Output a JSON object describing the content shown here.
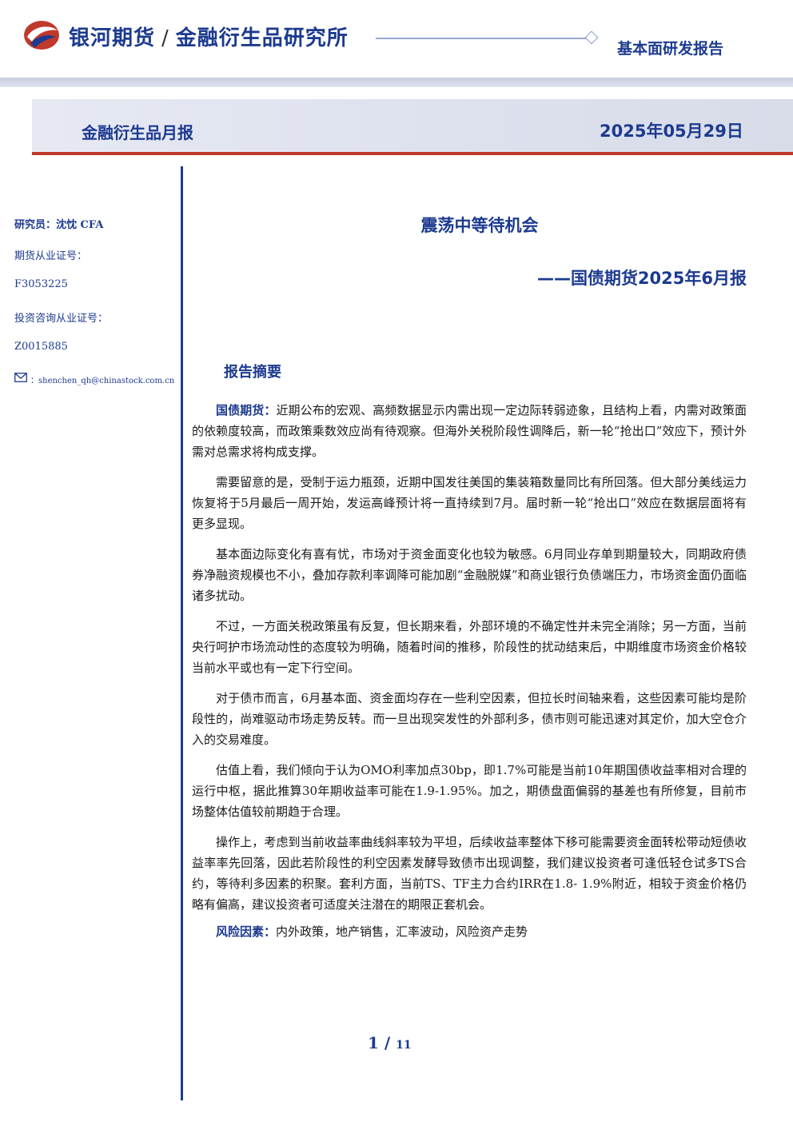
{
  "header": {
    "company": "银河期货",
    "institute": "金融衍生品研究所",
    "report_type": "基本面研发报告",
    "colors": {
      "brand_blue": "#1c3a8f",
      "accent_red": "#c0392b"
    }
  },
  "banner": {
    "category": "金融衍生品月报",
    "date": "2025年05月29日"
  },
  "sidebar": {
    "researcher": "研究员：沈忱  CFA",
    "futures_cert_label": "期货从业证号：",
    "futures_cert": "F3053225",
    "consult_cert_label": "投资咨询从业证号：",
    "consult_cert": "Z0015885",
    "email_icon": "mail-icon",
    "email": "：shenchen_qh@chinastock.com.cn"
  },
  "main": {
    "title": "震荡中等待机会",
    "subtitle": "——国债期货2025年6月报",
    "section": "报告摘要",
    "p1_label": "国债期货：",
    "p1": "近期公布的宏观、高频数据显示内需出现一定边际转弱迹象，且结构上看，内需对政策面的依赖度较高，而政策乘数效应尚有待观察。但海外关税阶段性调降后，新一轮“抢出口”效应下，预计外需对总需求将构成支撑。",
    "p2": "需要留意的是，受制于运力瓶颈，近期中国发往美国的集装箱数量同比有所回落。但大部分美线运力恢复将于5月最后一周开始，发运高峰预计将一直持续到7月。届时新一轮“抢出口”效应在数据层面将有更多显现。",
    "p3": "基本面边际变化有喜有忧，市场对于资金面变化也较为敏感。6月同业存单到期量较大，同期政府债券净融资规模也不小，叠加存款利率调降可能加剧“金融脱媒”和商业银行负债端压力，市场资金面仍面临诸多扰动。",
    "p4": "不过，一方面关税政策虽有反复，但长期来看，外部环境的不确定性并未完全消除；另一方面，当前央行呵护市场流动性的态度较为明确，随着时间的推移，阶段性的扰动结束后，中期维度市场资金价格较当前水平或也有一定下行空间。",
    "p5": "对于债市而言，6月基本面、资金面均存在一些利空因素，但拉长时间轴来看，这些因素可能均是阶段性的，尚难驱动市场走势反转。而一旦出现突发性的外部利多，债市则可能迅速对其定价，加大空仓介入的交易难度。",
    "p6": "估值上看，我们倾向于认为OMO利率加点30bp，即1.7%可能是当前10年期国债收益率相对合理的运行中枢，据此推算30年期收益率可能在1.9-1.95%。加之，期债盘面偏弱的基差也有所修复，目前市场整体估值较前期趋于合理。",
    "p7": "操作上，考虑到当前收益率曲线斜率较为平坦，后续收益率整体下移可能需要资金面转松带动短债收益率率先回落，因此若阶段性的利空因素发酵导致债市出现调整，我们建议投资者可逢低轻仓试多TS合约，等待利多因素的积聚。套利方面，当前TS、TF主力合约IRR在1.8- 1.9%附近，相较于资金价格仍略有偏高，建议投资者可适度关注潜在的期限正套机会。",
    "risk_label": "风险因素：",
    "risk": "内外政策，地产销售，汇率波动，风险资产走势"
  },
  "footer": {
    "page": "1",
    "sep": " / ",
    "total": "11"
  }
}
